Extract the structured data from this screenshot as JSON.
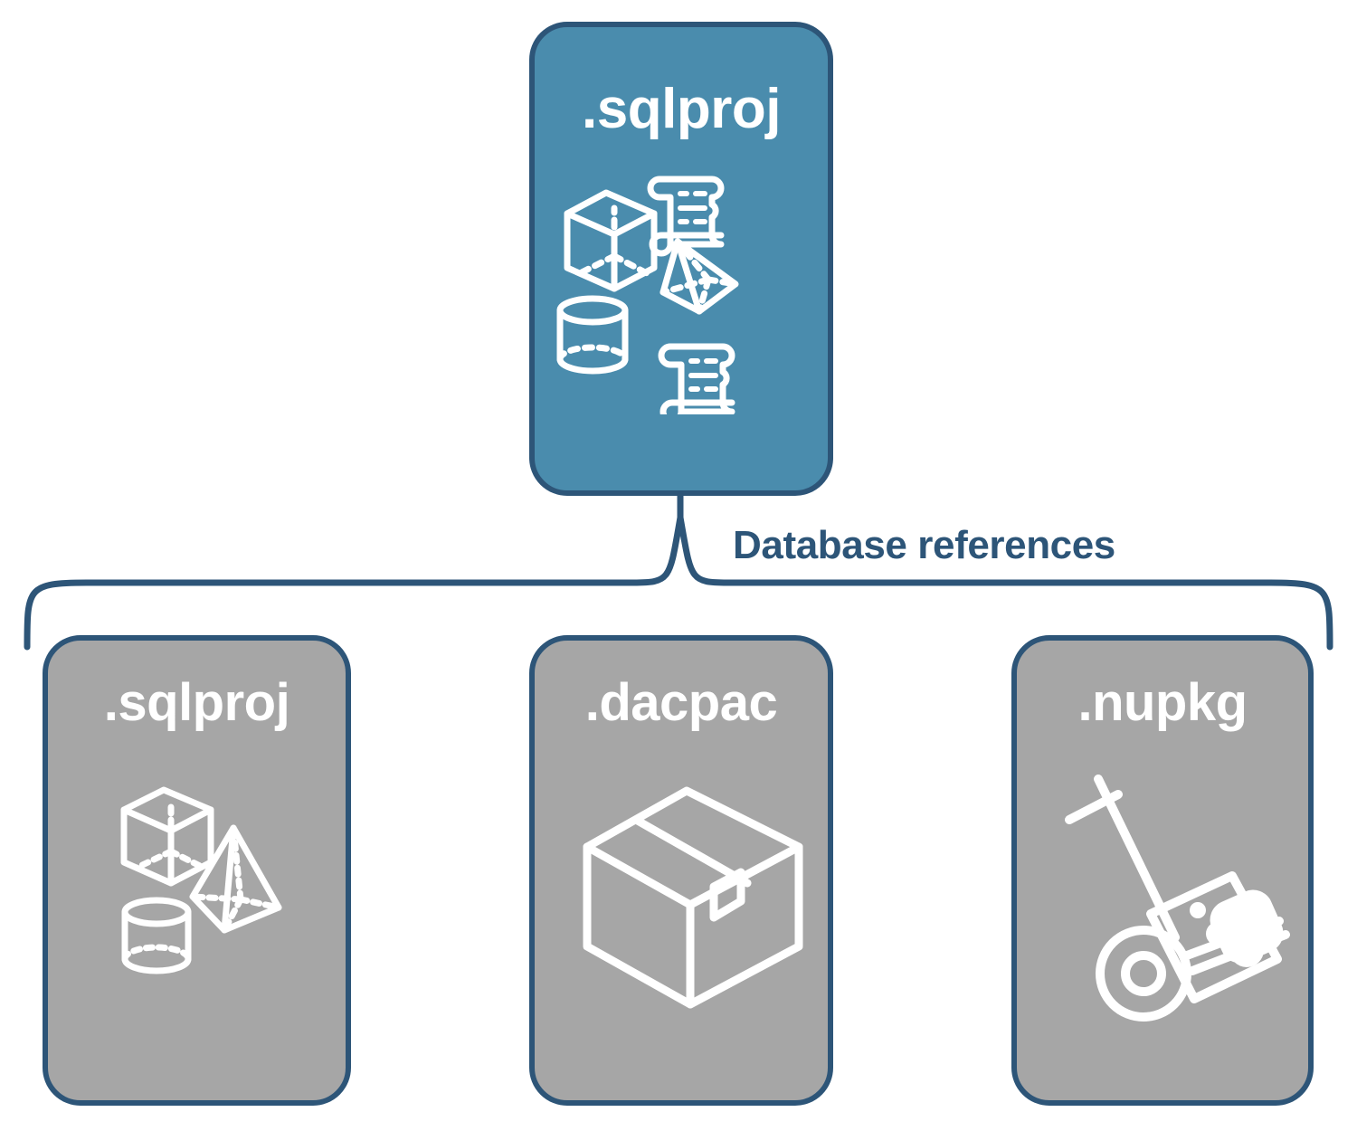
{
  "diagram": {
    "title_visible": false,
    "colors": {
      "root_card_fill": "#4a8cad",
      "child_card_fill": "#a6a6a6",
      "border": "#2d5578",
      "brace": "#2d5578",
      "label_text": "#2d5578",
      "icon_stroke": "#ffffff",
      "card_title_text": "#ffffff",
      "background": "#ffffff"
    },
    "root": {
      "label": ".sqlproj",
      "icons": [
        "cube-wireframe-icon",
        "pyramid-wireframe-icon",
        "cylinder-wireframe-icon",
        "scroll-script-icon",
        "scroll-script-icon"
      ]
    },
    "connector": {
      "label": "Database references",
      "style": "curly-brace",
      "direction": "one-to-many"
    },
    "children": [
      {
        "label": ".sqlproj",
        "icons": [
          "cube-wireframe-icon",
          "pyramid-wireframe-icon",
          "cylinder-wireframe-icon"
        ]
      },
      {
        "label": ".dacpac",
        "icons": [
          "shipping-box-icon"
        ]
      },
      {
        "label": ".nupkg",
        "icons": [
          "hand-truck-package-icon"
        ]
      }
    ]
  }
}
